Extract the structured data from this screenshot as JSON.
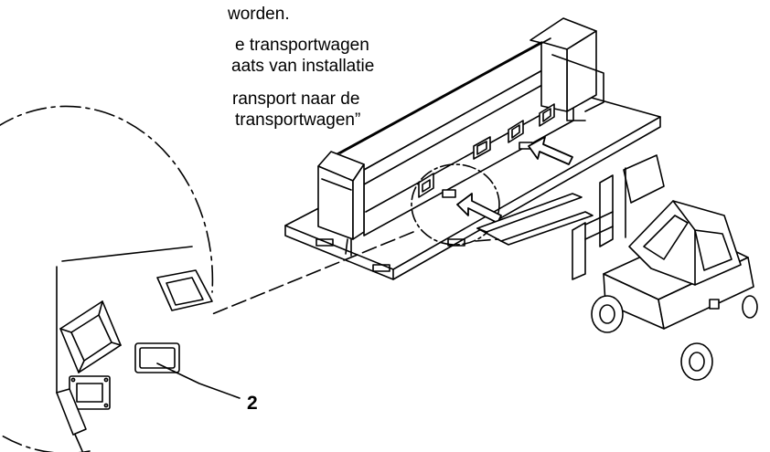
{
  "text_lines": [
    "worden.",
    "e transportwagen",
    "aats van installatie",
    "ransport naar de",
    "transportwagen”"
  ],
  "callout": "2"
}
